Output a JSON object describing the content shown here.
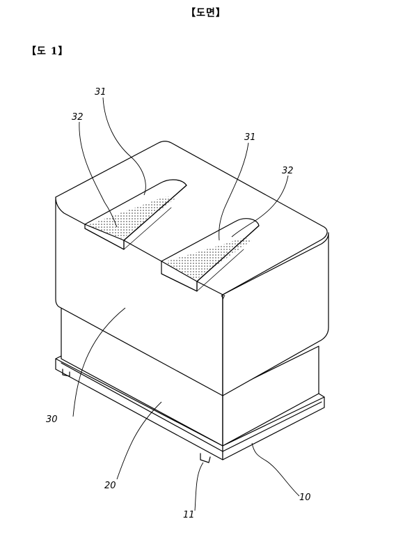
{
  "header": {
    "title": "【도면】",
    "figure_label": "【도 1】"
  },
  "drawing": {
    "reference_numerals": [
      "31",
      "32",
      "31",
      "32",
      "30",
      "20",
      "10",
      "11"
    ],
    "stroke_color": "#000000",
    "dot_fill_color": "#333333"
  }
}
